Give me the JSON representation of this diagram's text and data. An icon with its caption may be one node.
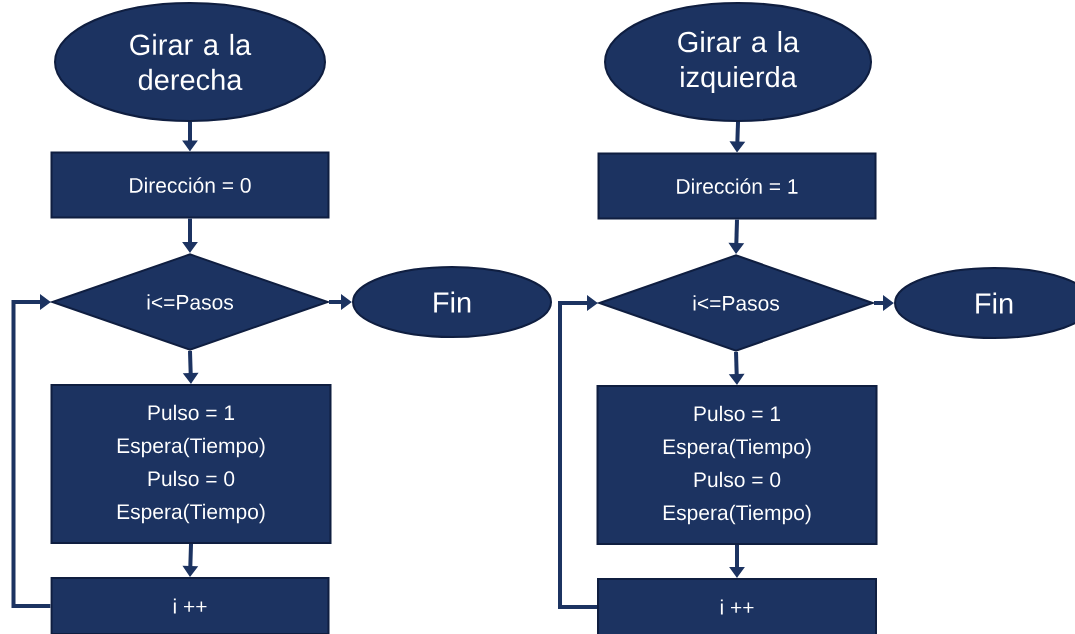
{
  "diagram": {
    "nodes": [
      {
        "text": [
          "Girar a la derecha"
        ]
      },
      {
        "text": [
          "Dirección = 0"
        ]
      },
      {
        "text": [
          "i<=Pasos"
        ]
      },
      {
        "text": [
          "Fin"
        ]
      },
      {
        "text": [
          "Pulso = 1",
          "Espera(Tiempo)",
          "Pulso = 0",
          "Espera(Tiempo)"
        ]
      },
      {
        "text": [
          "i ++"
        ]
      },
      {
        "text": [
          "Girar a la izquierda"
        ]
      },
      {
        "text": [
          "Dirección = 1"
        ]
      },
      {
        "text": [
          "i<=Pasos"
        ]
      },
      {
        "text": [
          "Fin"
        ]
      },
      {
        "text": [
          "Pulso = 1",
          "Espera(Tiempo)",
          "Pulso = 0",
          "Espera(Tiempo)"
        ]
      },
      {
        "text": [
          "i ++"
        ]
      }
    ],
    "edges": [
      {
        "from": 0,
        "to": 1,
        "arrow": "to"
      },
      {
        "from": 1,
        "to": 2,
        "arrow": "to"
      },
      {
        "from": 2,
        "to": 3,
        "arrow": "to"
      },
      {
        "from": 2,
        "to": 4,
        "arrow": "to"
      },
      {
        "from": 4,
        "to": 5,
        "arrow": "to"
      },
      {
        "from": 5,
        "to": 2,
        "arrow": "to"
      },
      {
        "from": 6,
        "to": 7,
        "arrow": "to"
      },
      {
        "from": 7,
        "to": 8,
        "arrow": "to"
      },
      {
        "from": 8,
        "to": 9,
        "arrow": "to"
      },
      {
        "from": 8,
        "to": 10,
        "arrow": "to"
      },
      {
        "from": 10,
        "to": 11,
        "arrow": "to"
      },
      {
        "from": 11,
        "to": 8,
        "arrow": "to"
      }
    ]
  }
}
